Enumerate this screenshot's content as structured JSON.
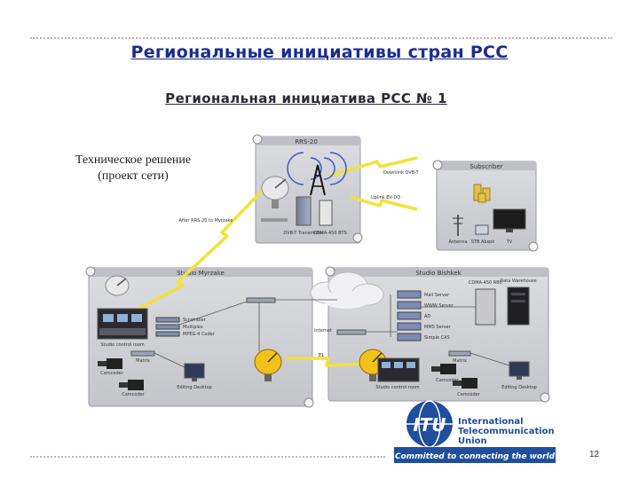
{
  "slide": {
    "title": "Региональные инициативы стран РСС",
    "subtitle": "Региональная инициатива РСС № 1",
    "note_line1": "Техническое решение",
    "note_line2": "(проект сети)",
    "page_number": "12"
  },
  "diagram": {
    "rrs_label": "RRS-20",
    "subscriber_label": "Subscriber",
    "downlink_label": "Downlink DVB-T",
    "uplink_label": "Uplink EV-DO",
    "dvbt_label": "DVB-T Transmitter",
    "cdma_bts_label": "CDMA-450 BTS",
    "antenna_label": "Antenna",
    "stb_label": "STB Abspk",
    "tv_label": "TV",
    "after_rrs_label": "After RRS-20 to Myrzake",
    "studio_myrzake_label": "Studio Myrzake",
    "studio_bishkek_label": "Studio Bishkek",
    "scrambler_label": "Scrambler",
    "multiplex_label": "Multiplex",
    "coder_label": "MPEG-4 Coder",
    "control_room_label": "Studio control room",
    "matrix_label": "Matrix",
    "camcoder_label": "Camcoder",
    "editing_label": "Editing Desktop",
    "internet_label": "Internet",
    "e1_label": "E1",
    "mail_server_label": "Mail Server",
    "www_server_label": "WWW Server",
    "ad_label": "AD",
    "mms_server_label": "MMS Server",
    "simple_cas_label": "Simple CAS",
    "cdma_rbc_label": "CDMA-450 RBC",
    "data_warehouse_label": "Data Warehouse"
  },
  "logo": {
    "line1": "International",
    "line2": "Telecommunication",
    "line3": "Union",
    "tagline": "Committed to connecting the world",
    "acronym": "ITU"
  },
  "colors": {
    "title": "#1a2c8f",
    "panel": "#cfd0d4",
    "link": "#f2e23a",
    "itu_blue": "#1f4e9c"
  }
}
